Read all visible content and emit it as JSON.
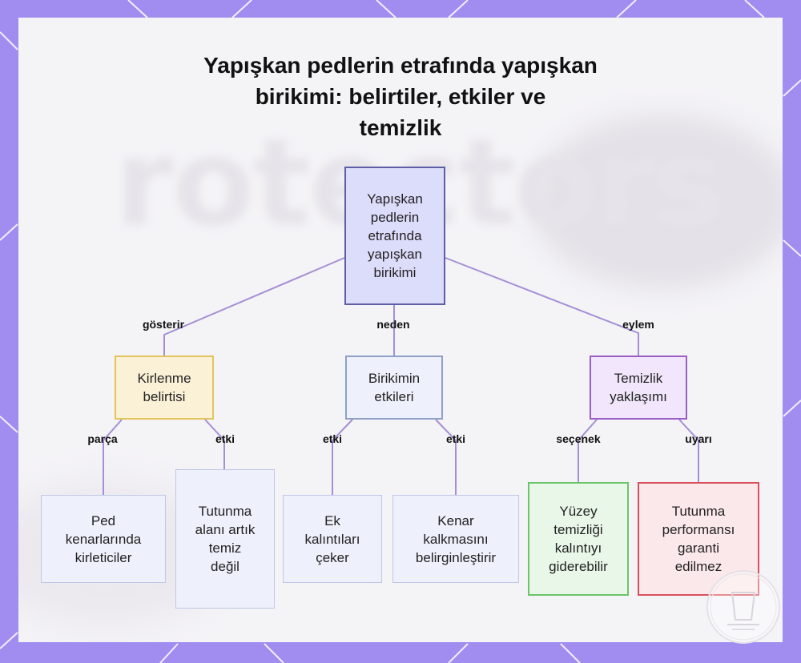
{
  "title_lines": [
    "Yapışkan pedlerin etrafında yapışkan",
    "birikimi: belirtiler, etkiler ve",
    "temizlik"
  ],
  "background_watermark": "rotectors",
  "nodes": {
    "root": [
      "Yapışkan",
      "pedlerin",
      "etrafında",
      "yapışkan",
      "birikimi"
    ],
    "kirlenme": [
      "Kirlenme",
      "belirtisi"
    ],
    "birikim": [
      "Birikimin",
      "etkileri"
    ],
    "temizlik": [
      "Temizlik",
      "yaklaşımı"
    ],
    "ped": [
      "Ped",
      "kenarlarında",
      "kirleticiler"
    ],
    "tutunma_alani": [
      "Tutunma",
      "alanı artık",
      "temiz",
      "değil"
    ],
    "ek": [
      "Ek",
      "kalıntıları",
      "çeker"
    ],
    "kenar": [
      "Kenar",
      "kalkmasını",
      "belirginleştirir"
    ],
    "yuzey": [
      "Yüzey",
      "temizliği",
      "kalıntıyı",
      "giderebilir"
    ],
    "tutunma_perf": [
      "Tutunma",
      "performansı",
      "garanti",
      "edilmez"
    ]
  },
  "edge_labels": {
    "gosterir": "gösterir",
    "neden": "neden",
    "eylem": "eylem",
    "parca": "parça",
    "etki_1": "etki",
    "etki_2": "etki",
    "etki_3": "etki",
    "secenek": "seçenek",
    "uyari": "uyarı"
  },
  "colors": {
    "frame": "#a18cf0",
    "edge": "#a58fd6",
    "root_fill": "#dcdcfb",
    "root_border": "#5e5ea6",
    "symptom_fill": "#fbf1d6",
    "symptom_border": "#e3c35b",
    "effects_fill": "#eef0fb",
    "effects_border": "#8ea0c8",
    "cleaning_fill": "#f1e6fb",
    "cleaning_border": "#9a5ec4",
    "option_fill": "#e9f7e8",
    "option_border": "#6cc46a",
    "warning_fill": "#fbe8ea",
    "warning_border": "#d9505c"
  },
  "icons": [
    "cup-logo-icon"
  ]
}
